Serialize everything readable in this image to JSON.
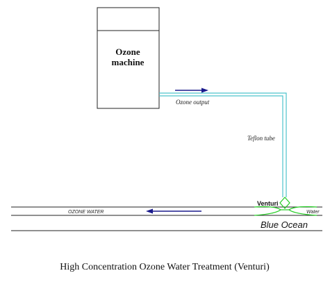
{
  "machine": {
    "line1": "Ozone",
    "line2": "machine"
  },
  "labels": {
    "ozone_output": "Ozone output",
    "teflon_tube": "Teflon tube",
    "venturi": "Venturi",
    "water": "Water",
    "ozone_water": "OZONE WATER",
    "blue_ocean": "Blue Ocean"
  },
  "caption": "High Concentration Ozone Water Treatment (Venturi)",
  "colors": {
    "tube": "#4cc3cc",
    "venturi": "#22cc22",
    "arrow": "#1a1a8c",
    "line": "#222222"
  }
}
